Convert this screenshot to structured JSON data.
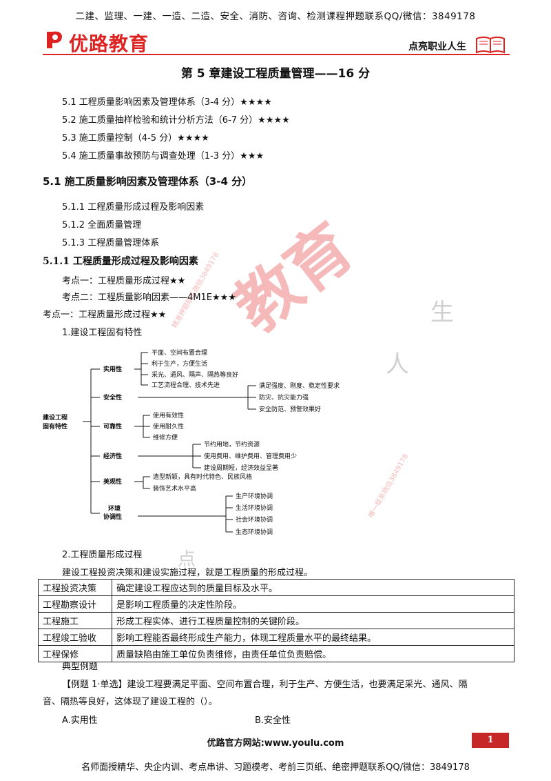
{
  "banner_top": "二建、监理、一建、一造、二造、安全、消防、咨询、检测课程押题联系QQ/微信：3849178",
  "brand": {
    "name": "优路教育",
    "slogan": "点亮职业人生",
    "color": "#d22"
  },
  "chapter_title": "第 5 章建设工程质量管理——16 分",
  "toc": [
    "5.1 工程质量影响因素及管理体系（3-4 分）★★★★",
    "5.2 施工质量抽样检验和统计分析方法（6-7 分）★★★★",
    "5.3 施工质量控制（4-5 分）★★★★",
    "5.4 施工质量事故预防与调查处理（1-3 分）★★★"
  ],
  "section_heading": "5.1 施工质量影响因素及管理体系（3-4 分）",
  "subsections": [
    "5.1.1 工程质量形成过程及影响因素",
    "5.1.2 全面质量管理",
    "5.1.3 工程质量管理体系"
  ],
  "subsection_heading": "5.1.1 工程质量形成过程及影响因素",
  "kaodian": [
    "考点一：工程质量形成过程★★",
    "考点二：工程质量影响因素——4M1E★★★"
  ],
  "kaodian_heading": "考点一：工程质量形成过程★★",
  "item1": "1.建设工程固有特性",
  "diagram": {
    "root": [
      "建设工程",
      "固有特性"
    ],
    "branches": [
      {
        "label": "实用性",
        "children": [
          "平面、空间布置合理",
          "利于生产，方便生活",
          "采光、通风、隔声、隔热等良好",
          "工艺流程合理、技术先进"
        ]
      },
      {
        "label": "安全性",
        "children": [
          "满足强度、刚度、稳定性要求",
          "防灾、抗灾能力强",
          "安全防范、预警效果好"
        ]
      },
      {
        "label": "可靠性",
        "children": [
          "使用有效性",
          "使用耐久性",
          "维修方便"
        ]
      },
      {
        "label": "经济性",
        "children": [
          "节约用地，节约资源",
          "使用费用、维护费用、管理费用少",
          "建设周期短，经济效益显著"
        ]
      },
      {
        "label": "美观性",
        "children": [
          "造型新颖，具有时代特色、民族风格",
          "装饰艺术水平高"
        ]
      },
      {
        "label1": "环境",
        "label2": "协调性",
        "children": [
          "生产环境协调",
          "生活环境协调",
          "社会环境协调",
          "生态环境协调"
        ]
      }
    ]
  },
  "item2": "2.工程质量形成过程",
  "intro2": "建设工程投资决策和建设实施过程，就是工程质量的形成过程。",
  "stages": [
    [
      "工程投资决策",
      "确定建设工程应达到的质量目标及水平。"
    ],
    [
      "工程勘察设计",
      "是影响工程质量的决定性阶段。"
    ],
    [
      "工程施工",
      "形成工程实体、进行工程质量控制的关键阶段。"
    ],
    [
      "工程竣工验收",
      "影响工程能否最终形成生产能力，体现工程质量水平的最终结果。"
    ],
    [
      "工程保修",
      "质量缺陷由施工单位负责维修，由责任单位负责赔偿。"
    ]
  ],
  "example_label": "典型例题",
  "example_text_1": "【例题 1·单选】建设工程要满足平面、空间布置合理，利于生产、方便生活，也要满足采光、通风、隔",
  "example_text_2": "音、隔热等良好，这体现了建设工程的（）。",
  "options": [
    "A.实用性",
    "B.安全性"
  ],
  "footer": {
    "site": "优路官方网站:www.youlu.com",
    "page": "1"
  },
  "banner_bottom": "名师面授精华、央企内训、考点串讲、习题模考、考前三页纸、绝密押题联系QQ/微信：3849178",
  "watermark": {
    "big": "教育",
    "chars": [
      "人",
      "生",
      "点"
    ],
    "small": [
      "精准押题联系微信3849178",
      "唯一联系微信3849178"
    ]
  }
}
